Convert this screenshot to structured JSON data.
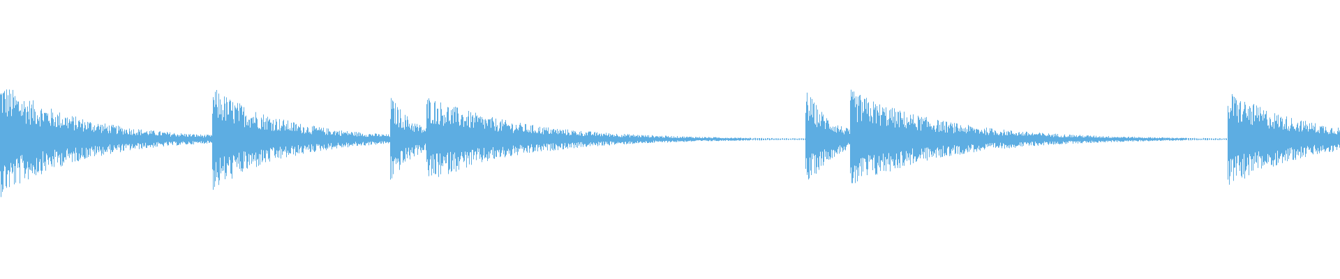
{
  "chart_data": {
    "type": "waveform",
    "color": "#5dade2",
    "background": "#ffffff",
    "grid": false,
    "axes": false,
    "amplitude_range": [
      -1,
      1
    ],
    "time_range": [
      0,
      1
    ],
    "onsets": [
      {
        "time": 0.0,
        "peak": 0.42,
        "decay": 0.06
      },
      {
        "time": 0.158,
        "peak": 0.38,
        "decay": 0.055
      },
      {
        "time": 0.291,
        "peak": 0.32,
        "decay": 0.02
      },
      {
        "time": 0.318,
        "peak": 0.32,
        "decay": 0.07
      },
      {
        "time": 0.601,
        "peak": 0.37,
        "decay": 0.02
      },
      {
        "time": 0.634,
        "peak": 0.36,
        "decay": 0.07
      },
      {
        "time": 0.916,
        "peak": 0.35,
        "decay": 0.06
      }
    ],
    "noise_floor": 0.006
  }
}
